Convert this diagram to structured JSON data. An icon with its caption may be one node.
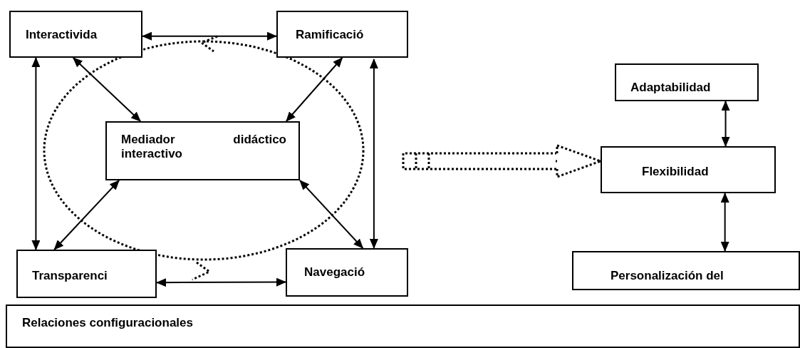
{
  "diagram": {
    "nodes": [
      {
        "text": [
          "Interactivida"
        ]
      },
      {
        "text": [
          "Ramificació"
        ]
      },
      {
        "text": [
          "Mediador didáctico interactivo"
        ]
      },
      {
        "text": [
          "Transparenci"
        ]
      },
      {
        "text": [
          "Navegació"
        ]
      },
      {
        "text": [
          "Adaptabilidad"
        ]
      },
      {
        "text": [
          "Flexibilidad"
        ]
      },
      {
        "text": [
          "Personalización del"
        ]
      },
      {
        "text": [
          "Relaciones configuracionales"
        ]
      }
    ],
    "edges": [
      {
        "from": 0,
        "to": 1,
        "arrow": "both"
      },
      {
        "from": 0,
        "to": 2,
        "arrow": "both"
      },
      {
        "from": 1,
        "to": 2,
        "arrow": "both"
      },
      {
        "from": 0,
        "to": 3,
        "arrow": "both"
      },
      {
        "from": 1,
        "to": 4,
        "arrow": "both"
      },
      {
        "from": 2,
        "to": 3,
        "arrow": "both"
      },
      {
        "from": 2,
        "to": 4,
        "arrow": "both"
      },
      {
        "from": 3,
        "to": 4,
        "arrow": "both"
      },
      {
        "from": 5,
        "to": 6,
        "arrow": "both"
      },
      {
        "from": 6,
        "to": 7,
        "arrow": "both"
      },
      {
        "from": null,
        "to": 6,
        "arrow": "to",
        "style": "dashed"
      }
    ]
  }
}
